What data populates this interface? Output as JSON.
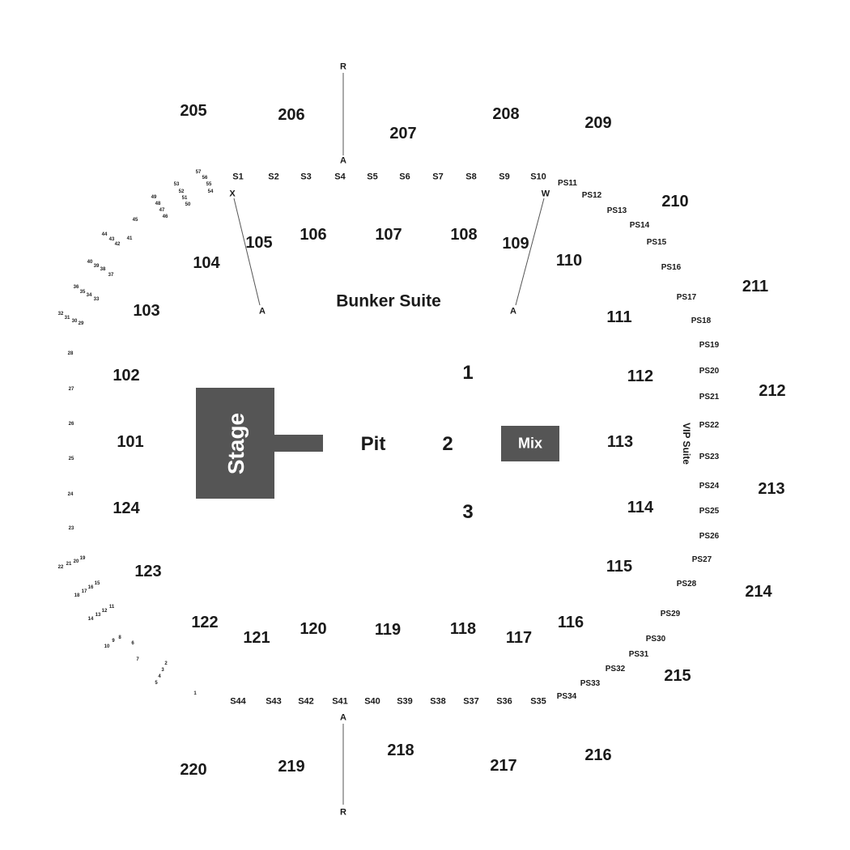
{
  "venue": {
    "stage_label": "Stage",
    "mix_label": "Mix",
    "pit_label": "Pit",
    "bunker_label": "Bunker Suite",
    "vip_label": "VIP Suite",
    "fill_color": "#555555",
    "text_color": "#1a1a1a"
  },
  "floor_sections": [
    "1",
    "2",
    "3"
  ],
  "lower_sections": [
    "101",
    "102",
    "103",
    "104",
    "105",
    "106",
    "107",
    "108",
    "109",
    "110",
    "111",
    "112",
    "113",
    "114",
    "115",
    "116",
    "117",
    "118",
    "119",
    "120",
    "121",
    "122",
    "123",
    "124"
  ],
  "upper_sections": [
    "205",
    "206",
    "207",
    "208",
    "209",
    "210",
    "211",
    "212",
    "213",
    "214",
    "215",
    "216",
    "217",
    "218",
    "219",
    "220"
  ],
  "top_suites": [
    "S1",
    "S2",
    "S3",
    "S4",
    "S5",
    "S6",
    "S7",
    "S8",
    "S9",
    "S10"
  ],
  "bottom_suites": [
    "S44",
    "S43",
    "S42",
    "S41",
    "S40",
    "S39",
    "S38",
    "S37",
    "S36",
    "S35"
  ],
  "party_suites": [
    "PS11",
    "PS12",
    "PS13",
    "PS14",
    "PS15",
    "PS16",
    "PS17",
    "PS18",
    "PS19",
    "PS20",
    "PS21",
    "PS22",
    "PS23",
    "PS24",
    "PS25",
    "PS26",
    "PS27",
    "PS28",
    "PS29",
    "PS30",
    "PS31",
    "PS32",
    "PS33",
    "PS34"
  ],
  "box_seats": [
    "57",
    "56",
    "55",
    "54",
    "53",
    "52",
    "51",
    "50",
    "49",
    "48",
    "47",
    "46",
    "45",
    "44",
    "43",
    "42",
    "41",
    "40",
    "39",
    "38",
    "37",
    "36",
    "35",
    "34",
    "33",
    "32",
    "31",
    "30",
    "29",
    "28",
    "27",
    "26",
    "25",
    "24",
    "23",
    "22",
    "21",
    "20",
    "19",
    "18",
    "17",
    "16",
    "15",
    "14",
    "13",
    "12",
    "11",
    "10",
    "9",
    "8",
    "7",
    "6",
    "5",
    "4",
    "3",
    "2",
    "1"
  ],
  "markers": {
    "top_r": "R",
    "top_a": "A",
    "bottom_a": "A",
    "bottom_r": "R",
    "x": "X",
    "x_a": "A",
    "w": "W",
    "w_a": "A"
  }
}
